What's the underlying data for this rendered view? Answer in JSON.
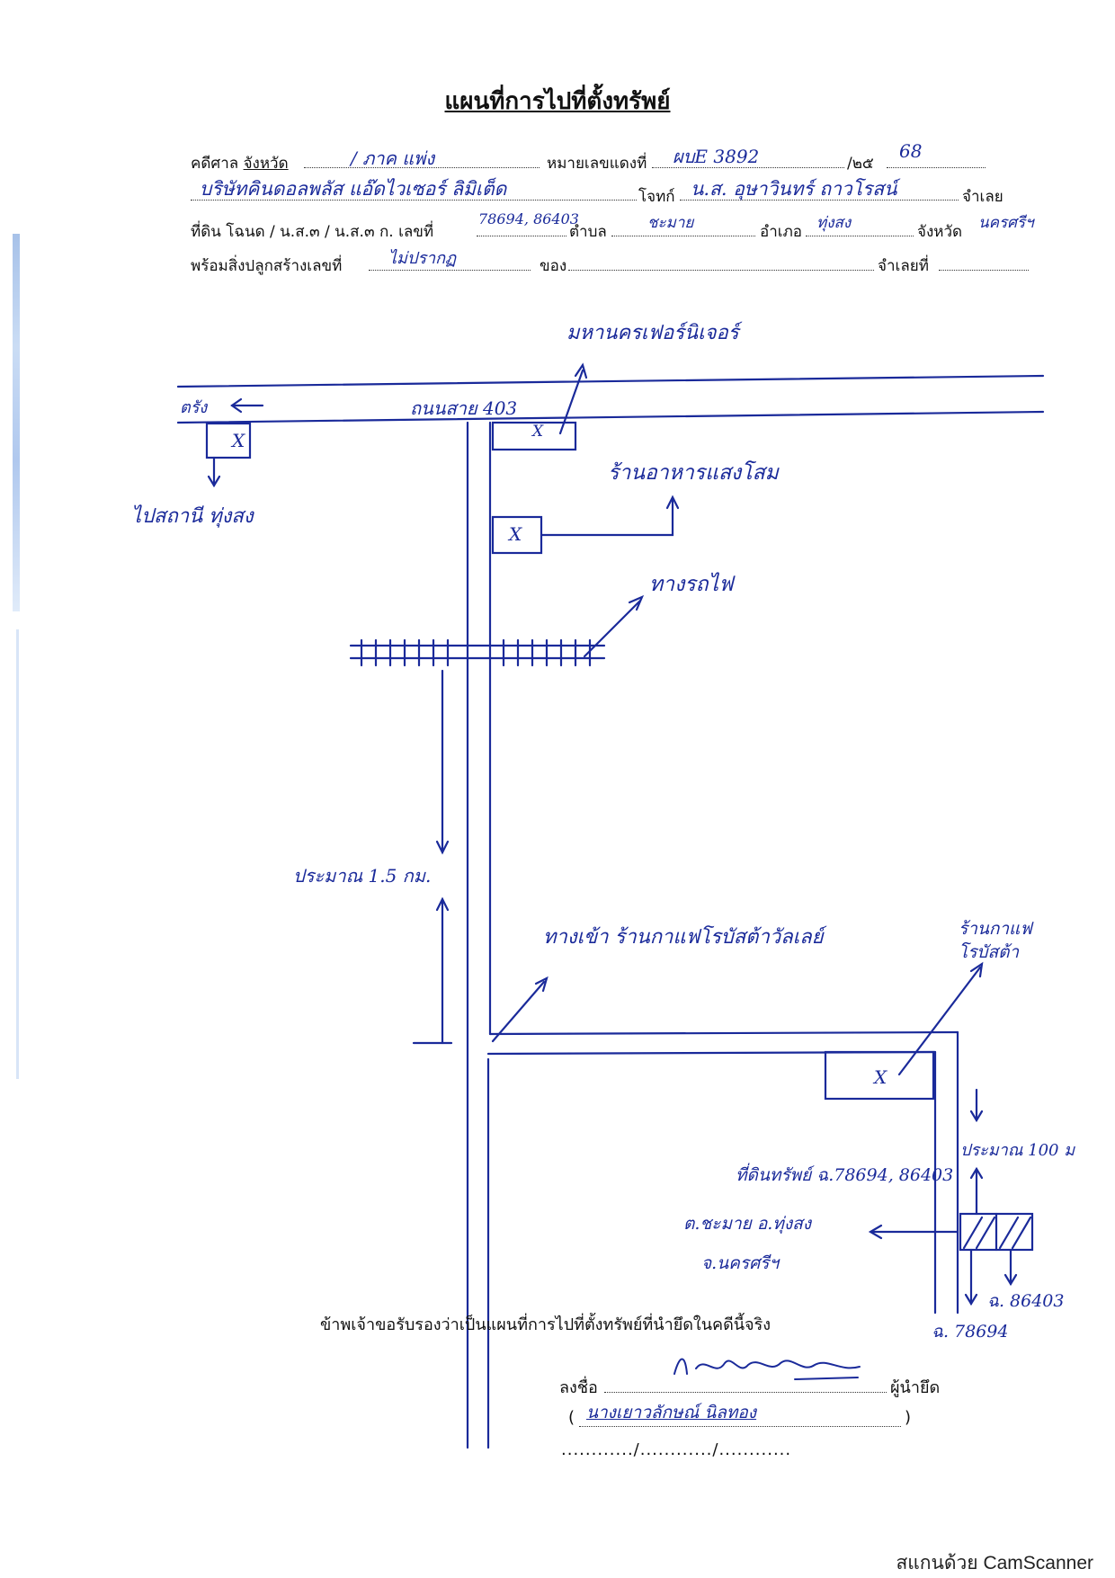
{
  "document": {
    "title": "แผนที่การไปที่ตั้งทรัพย์",
    "header": {
      "court_label": "คดีศาล",
      "province_label": "จังหวัด",
      "court_value": "/ ภาค แพ่ง",
      "case_no_label": "หมายเลขแดงที่",
      "case_no_value": "ผบE 3892",
      "year_prefix": "/๒๕",
      "year_value": "68",
      "plaintiff_value": "บริษัทคินดอลพลัส แอ๊ดไวเซอร์ ลิมิเต็ด",
      "plaintiff_label": "โจทก์",
      "defendant_value": "น.ส. อุษาวินทร์ ถาวโรสน์",
      "defendant_label": "จำเลย",
      "land_label": "ที่ดิน โฉนด / น.ส.๓ / น.ส.๓ ก. เลขที่",
      "land_no_value": "78694, 86403",
      "subdistrict_label": "ตำบล",
      "subdistrict_value": "ชะมาย",
      "district_label": "อำเภอ",
      "district_value": "ทุ่งสง",
      "province2_label": "จังหวัด",
      "province2_value": "นครศรีฯ",
      "building_label": "พร้อมสิ่งปลูกสร้างเลขที่",
      "building_value": "ไม่ปรากฏ",
      "of_label": "ของ",
      "defendant2_label": "จำเลยที่"
    },
    "map_labels": {
      "landmark_top": "มหานครเฟอร์นิเจอร์",
      "to_trang": "ตรัง",
      "highway": "ถนนสาย 403",
      "left_box_label": "ไปสถานี ทุ่งสง",
      "restaurant": "ร้านอาหารแสงโสม",
      "railway": "ทางรถไฟ",
      "distance_main": "ประมาณ 1.5 กม.",
      "entrance": "ทางเข้า ร้านกาแฟโรบัสต้าวัลเลย์",
      "coffee_shop": "ร้านกาแฟ โรบัสต้า",
      "distance_small": "ประมาณ 100 ม",
      "parcel_note": "ที่ดินทรัพย์ ฉ.78694, 86403",
      "location_line1": "ต.ชะมาย อ.ทุ่งสง",
      "location_line2": "จ.นครศรีฯ",
      "plot_a": "ฉ. 86403",
      "plot_b": "ฉ. 78694",
      "x_mark": "X"
    },
    "certification": "ข้าพเจ้าขอรับรองว่าเป็นแผนที่การไปที่ตั้งทรัพย์ที่นำยึดในคดีนี้จริง",
    "signature": {
      "sign_label": "ลงชื่อ",
      "signer_role": "ผู้นำยึด",
      "open_paren": "(",
      "close_paren": ")",
      "name_in_paren": "นางเยาวลักษณ์ นิลทอง",
      "date_line": "............/............/............"
    },
    "brand_footer": "สแกนด้วย CamScanner"
  }
}
